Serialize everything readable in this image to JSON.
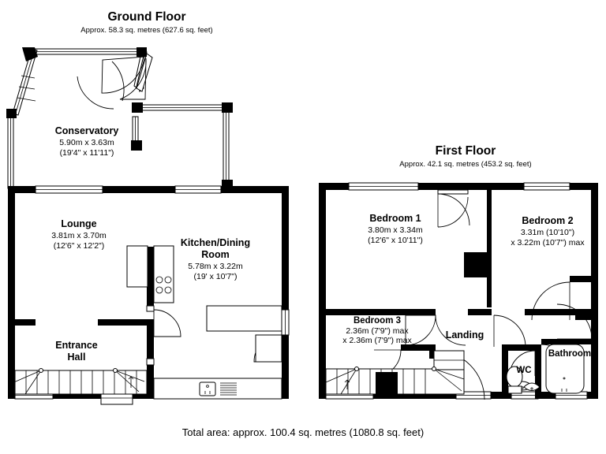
{
  "document": {
    "kind": "floor-plan",
    "total_area_label": "Total area: approx. 100.4 sq. metres (1080.8 sq. feet)"
  },
  "ground_floor": {
    "title": "Ground Floor",
    "area": "Approx. 58.3 sq. metres (627.6 sq. feet)",
    "rooms": [
      {
        "name": "Conservatory",
        "dim_metric": "5.90m x 3.63m",
        "dim_imperial": "(19'4\" x 11'11\")"
      },
      {
        "name": "Lounge",
        "dim_metric": "3.81m x 3.70m",
        "dim_imperial": "(12'6\" x 12'2\")"
      },
      {
        "name": "Kitchen/Dining",
        "name2": "Room",
        "dim_metric": "5.78m x 3.22m",
        "dim_imperial": "(19' x 10'7\")"
      },
      {
        "name": "Entrance",
        "name2": "Hall",
        "dim_metric": "",
        "dim_imperial": ""
      }
    ]
  },
  "first_floor": {
    "title": "First Floor",
    "area": "Approx. 42.1 sq. metres (453.2 sq. feet)",
    "rooms": [
      {
        "name": "Bedroom 1",
        "dim_metric": "3.80m x 3.34m",
        "dim_imperial": "(12'6\" x 10'11\")"
      },
      {
        "name": "Bedroom 2",
        "dim_metric": "3.31m (10'10\")",
        "dim_imperial": "x 3.22m (10'7\") max"
      },
      {
        "name": "Bedroom 3",
        "dim_metric": "2.36m (7'9\") max",
        "dim_imperial": "x 2.36m (7'9\") max"
      },
      {
        "name": "Landing",
        "dim_metric": "",
        "dim_imperial": ""
      },
      {
        "name": "WC",
        "dim_metric": "",
        "dim_imperial": ""
      },
      {
        "name": "Bathroom",
        "dim_metric": "",
        "dim_imperial": ""
      }
    ]
  },
  "colors": {
    "wall": "#000000",
    "background": "#ffffff",
    "line": "#000000"
  }
}
